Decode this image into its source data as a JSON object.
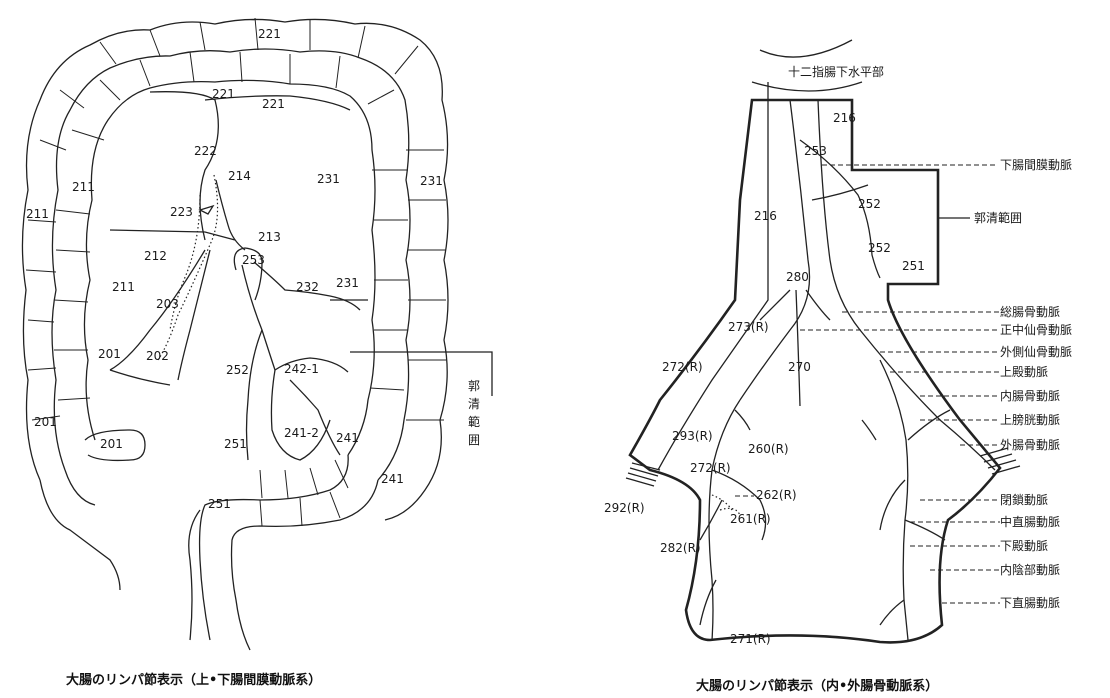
{
  "left_figure": {
    "caption": "大腸のリンパ節表示（上•下腸間膜動脈系）",
    "dissection_label": "郭清範囲",
    "nodes": {
      "n221_top": "221",
      "n221_a": "221",
      "n221_b": "221",
      "n222": "222",
      "n214": "214",
      "n223": "223",
      "n213": "213",
      "n211_outer": "211",
      "n211_a": "211",
      "n211_b": "211",
      "n212": "212",
      "n203": "203",
      "n202": "202",
      "n201_a": "201",
      "n201_outer": "201",
      "n201_b": "201",
      "n231_a": "231",
      "n231_outer": "231",
      "n231_b": "231",
      "n232": "232",
      "n253": "253",
      "n252": "252",
      "n242_1": "242-1",
      "n241_2": "241-2",
      "n241_a": "241",
      "n241_b": "241",
      "n251_a": "251",
      "n251_b": "251"
    }
  },
  "right_figure": {
    "caption": "大腸のリンパ節表示（内•外腸骨動脈系）",
    "duodenum_label": "十二指腸下水平部",
    "nodes": {
      "n216_a": "216",
      "n216_b": "216",
      "n253": "253",
      "n252_a": "252",
      "n252_b": "252",
      "n251": "251",
      "n280": "280",
      "n273": "273(R)",
      "n270": "270",
      "n272_a": "272(R)",
      "n293": "293(R)",
      "n260": "260(R)",
      "n272_b": "272(R)",
      "n262": "262(R)",
      "n261": "261(R)",
      "n292": "292(R)",
      "n282": "282(R)",
      "n271": "271(R)"
    },
    "artery_labels": [
      "下腸間膜動脈",
      "郭清範囲",
      "総腸骨動脈",
      "正中仙骨動脈",
      "外側仙骨動脈",
      "上殿動脈",
      "内腸骨動脈",
      "上膀胱動脈",
      "外腸骨動脈",
      "閉鎖動脈",
      "中直腸動脈",
      "下殿動脈",
      "内陰部動脈",
      "下直腸動脈"
    ]
  }
}
